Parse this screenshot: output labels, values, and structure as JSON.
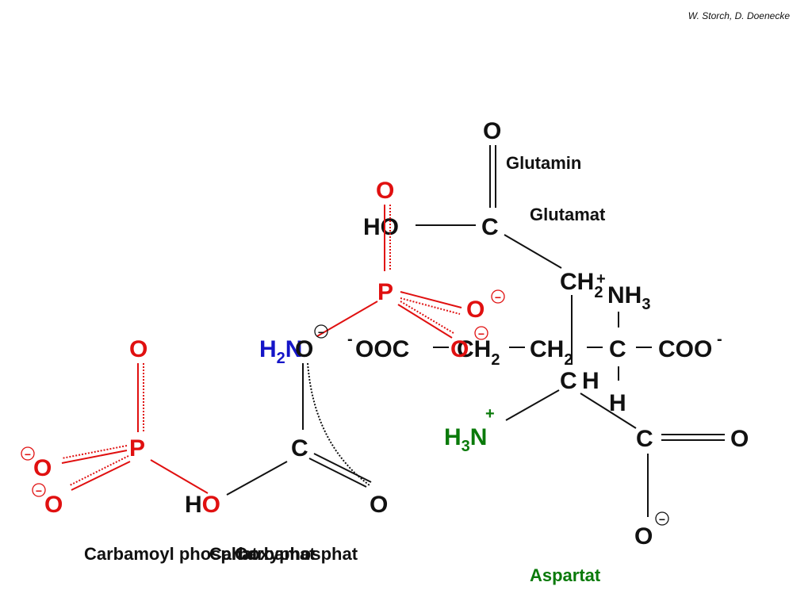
{
  "credit": "W. Storch, D. Doenecke",
  "labels": {
    "glutamin": "Glutamin",
    "glutamat": "Glutamat",
    "aspartat": "Aspartat",
    "carbamoyl_phosphat": "Carbamoyl phosphat",
    "carbamat": "Carbamat",
    "carboxyphosphat": "Carboxyphosphat"
  },
  "atoms": {
    "O": "O",
    "C": "C",
    "H": "H",
    "HO": "HO",
    "P": "P",
    "N": "N",
    "CH": "CH",
    "NH": "NH",
    "H2N_H": "H",
    "H3N_H": "H",
    "OOC": "OOC",
    "COO": "COO",
    "two": "2",
    "three": "3",
    "minus": "-",
    "plus": "+",
    "minus_circle": "−"
  },
  "colors": {
    "black": "#111111",
    "red": "#e01010",
    "blue": "#1515c8",
    "green": "#0a7a0a"
  }
}
